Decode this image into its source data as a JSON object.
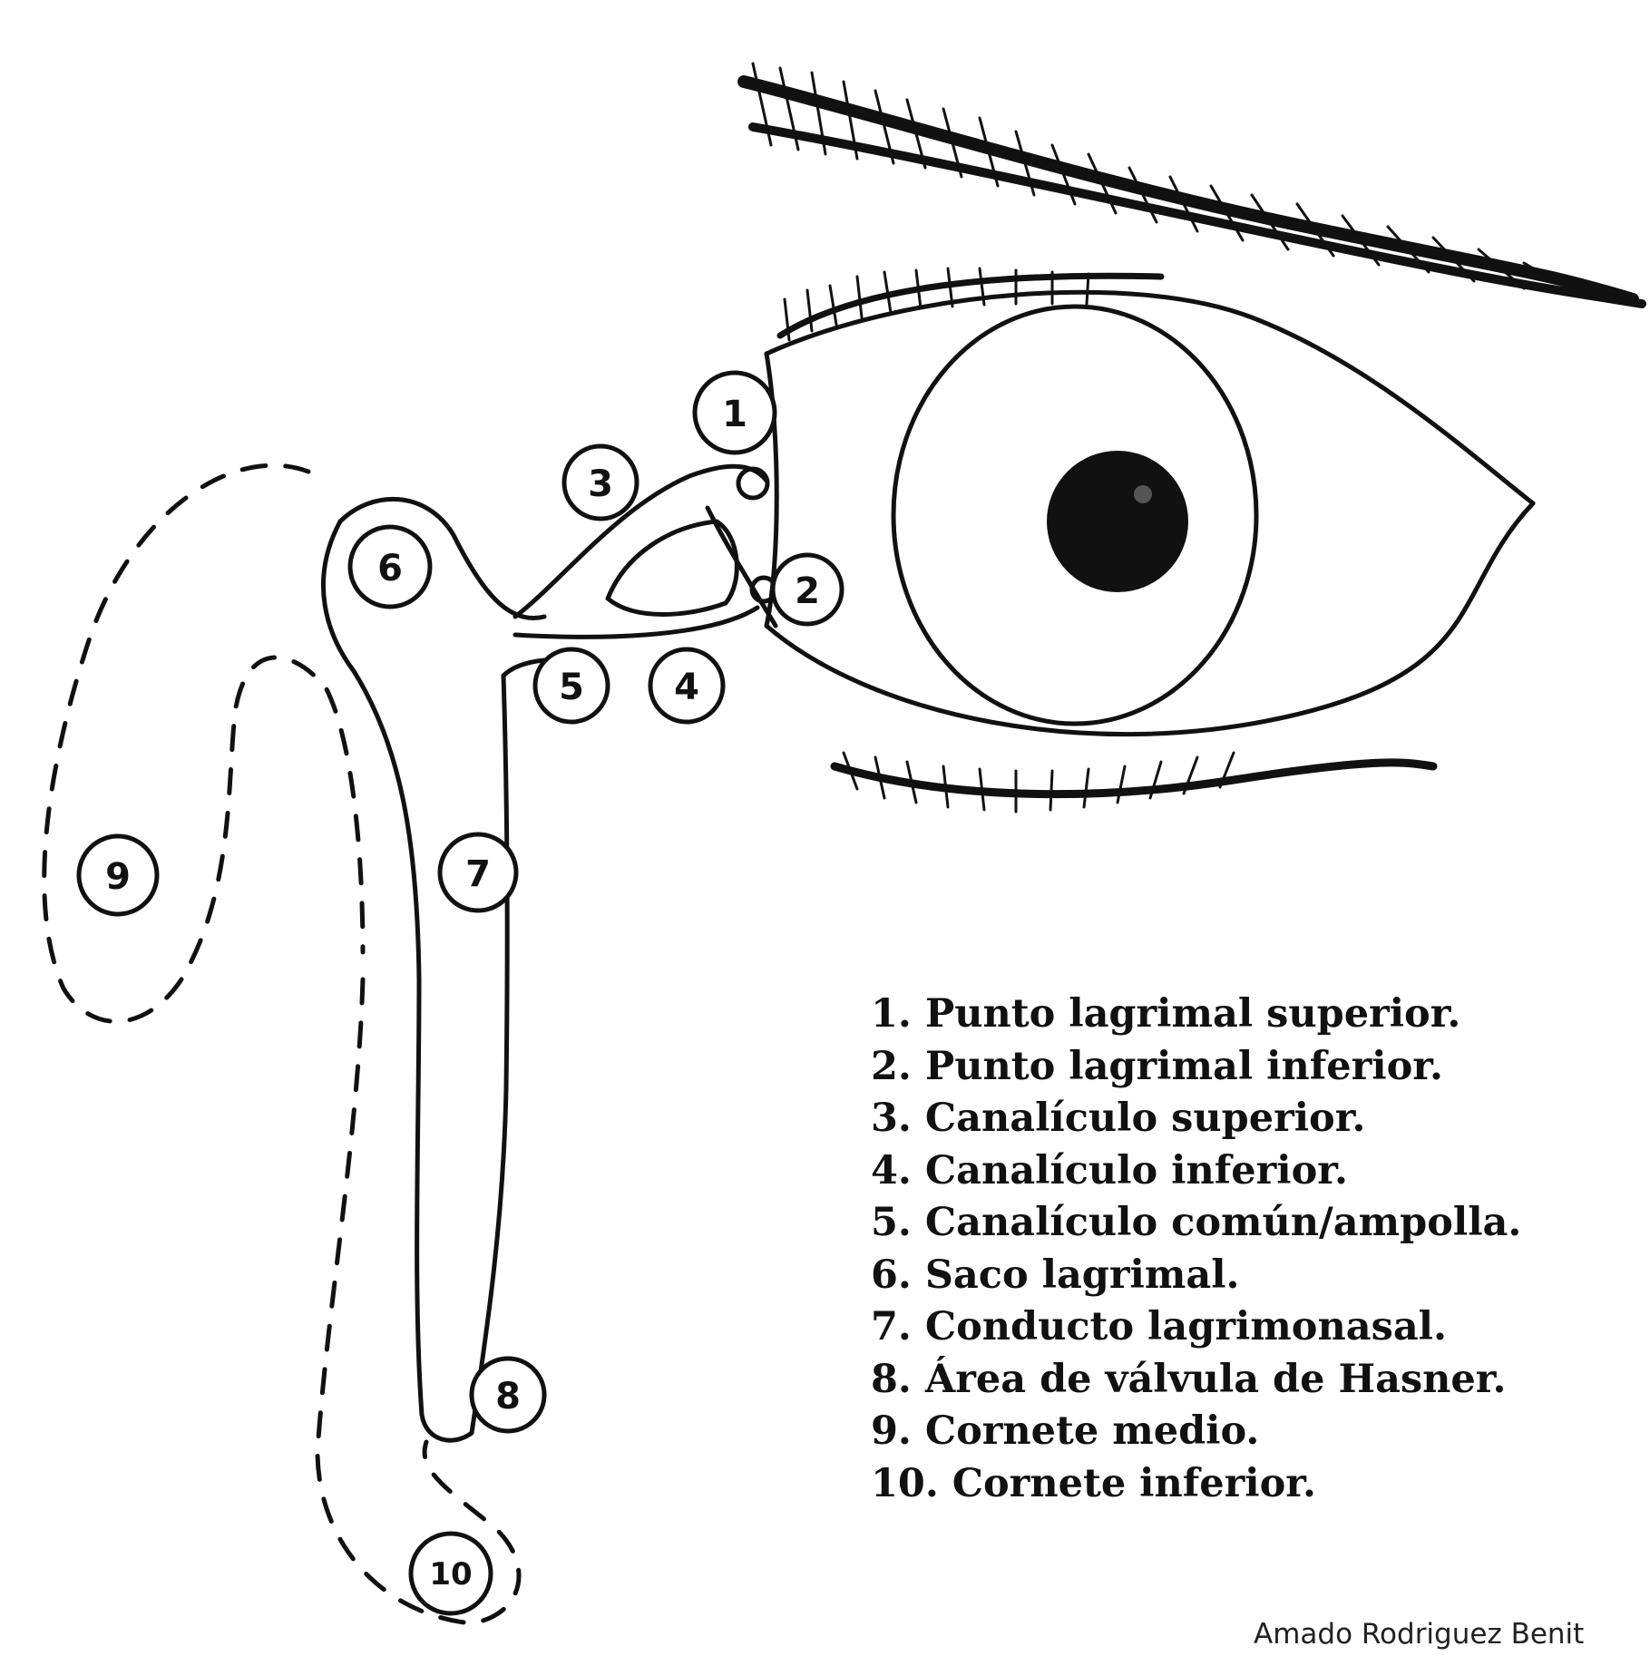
{
  "legend": {
    "items": [
      "1. Punto lagrimal superior.",
      "2. Punto lagrimal inferior.",
      "3. Canalículo superior.",
      "4. Canalículo inferior.",
      "5. Canalículo común/ampolla.",
      "6. Saco lagrimal.",
      "7. Conducto lagrimonasal.",
      "8. Área de válvula de Hasner.",
      "9. Cornete medio.",
      "10. Cornete inferior."
    ]
  },
  "markers": [
    "1",
    "2",
    "3",
    "4",
    "5",
    "6",
    "7",
    "8",
    "9",
    "10"
  ],
  "credit": "Amado Rodriguez Benit",
  "colors": {
    "ink": "#111111",
    "background": "#ffffff"
  }
}
